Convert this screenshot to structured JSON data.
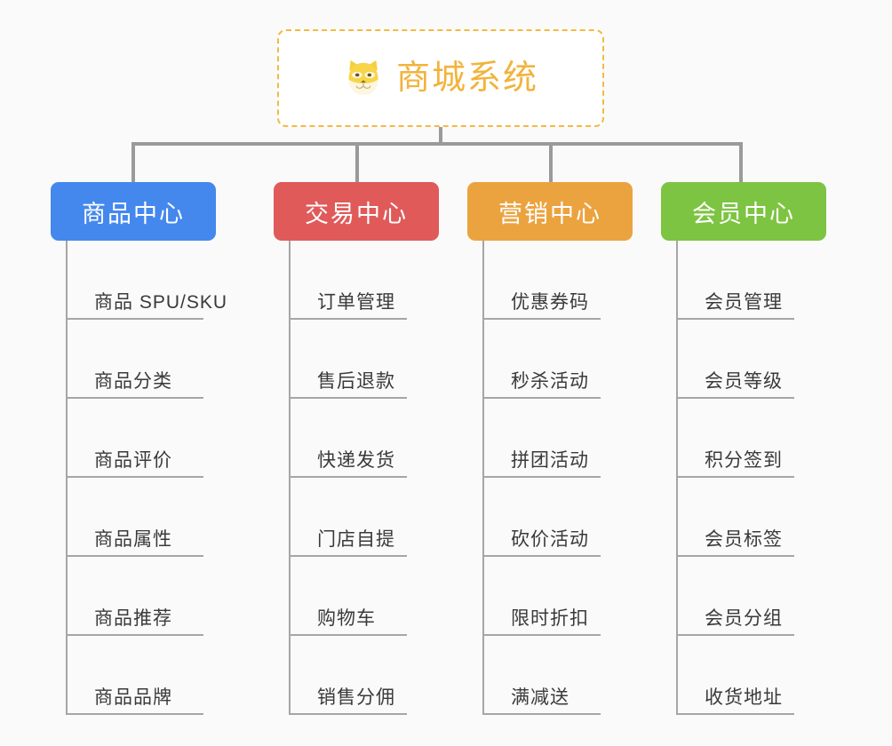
{
  "diagram": {
    "type": "mind-map",
    "background_color": "#fafafa",
    "root": {
      "title": "商城系统",
      "icon": "shiba-inu-icon",
      "text_color": "#f2b33c",
      "border_color": "#f2b944",
      "border_style": "dashed",
      "background_color": "#ffffff"
    },
    "connector_color": "#9a9a9a",
    "branch_color": "#a6a6a6",
    "categories": [
      {
        "name": "商品中心",
        "color": "#4488ee",
        "items": [
          {
            "label": "商品 SPU/SKU"
          },
          {
            "label": "商品分类"
          },
          {
            "label": "商品评价"
          },
          {
            "label": "商品属性"
          },
          {
            "label": "商品推荐"
          },
          {
            "label": "商品品牌"
          }
        ]
      },
      {
        "name": "交易中心",
        "color": "#e05a5a",
        "items": [
          {
            "label": "订单管理"
          },
          {
            "label": "售后退款"
          },
          {
            "label": "快递发货"
          },
          {
            "label": "门店自提"
          },
          {
            "label": "购物车"
          },
          {
            "label": "销售分佣"
          }
        ]
      },
      {
        "name": "营销中心",
        "color": "#eba33f",
        "items": [
          {
            "label": "优惠券码"
          },
          {
            "label": "秒杀活动"
          },
          {
            "label": "拼团活动"
          },
          {
            "label": "砍价活动"
          },
          {
            "label": "限时折扣"
          },
          {
            "label": "满减送"
          }
        ]
      },
      {
        "name": "会员中心",
        "color": "#7dc442",
        "items": [
          {
            "label": "会员管理"
          },
          {
            "label": "会员等级"
          },
          {
            "label": "积分签到"
          },
          {
            "label": "会员标签"
          },
          {
            "label": "会员分组"
          },
          {
            "label": "收货地址"
          }
        ]
      }
    ]
  }
}
